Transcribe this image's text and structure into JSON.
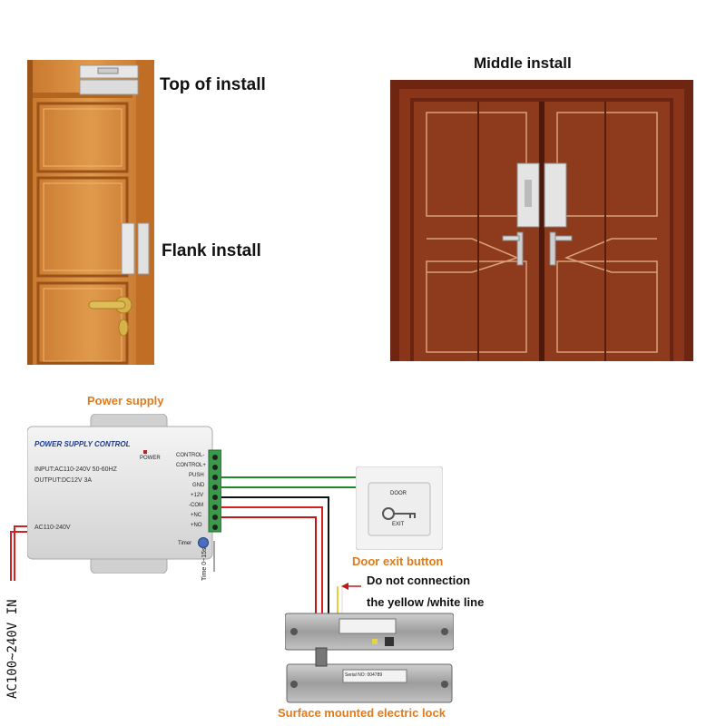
{
  "labels": {
    "top_install": "Top of install",
    "flank_install": "Flank install",
    "middle_install": "Middle install",
    "power_supply": "Power supply",
    "door_exit_button": "Door exit button",
    "do_not_connection": "Do not connection",
    "yellow_white_line": "the  yellow /white line",
    "surface_lock": "Surface mounted electric lock",
    "ac_in": "AC100~240V  IN"
  },
  "power_box": {
    "title": "POWER SUPPLY CONTROL",
    "input": "INPUT:AC110-240V   50-60HZ",
    "output": "OUTPUT:DC12V   3A",
    "ac": "AC110-240V",
    "power_led": "POWER",
    "timer": "Timer",
    "time_range": "Time 0~15s",
    "terminals": [
      "CONTROL-",
      "CONTROL+",
      "PUSH",
      "GND",
      "+12V",
      "-COM",
      "+NC",
      "+NO"
    ]
  },
  "exit_button": {
    "top_text": "DOOR",
    "bottom_text": "EXIT"
  },
  "lock": {
    "serial": "Serial NO: 004789"
  },
  "colors": {
    "wood_light": "#d58a3a",
    "wood_dark": "#7a2a12",
    "label_orange": "#e07a1a",
    "wire_red": "#d32020",
    "wire_green": "#1e8a2a",
    "terminal_green": "#3a9a4a"
  }
}
